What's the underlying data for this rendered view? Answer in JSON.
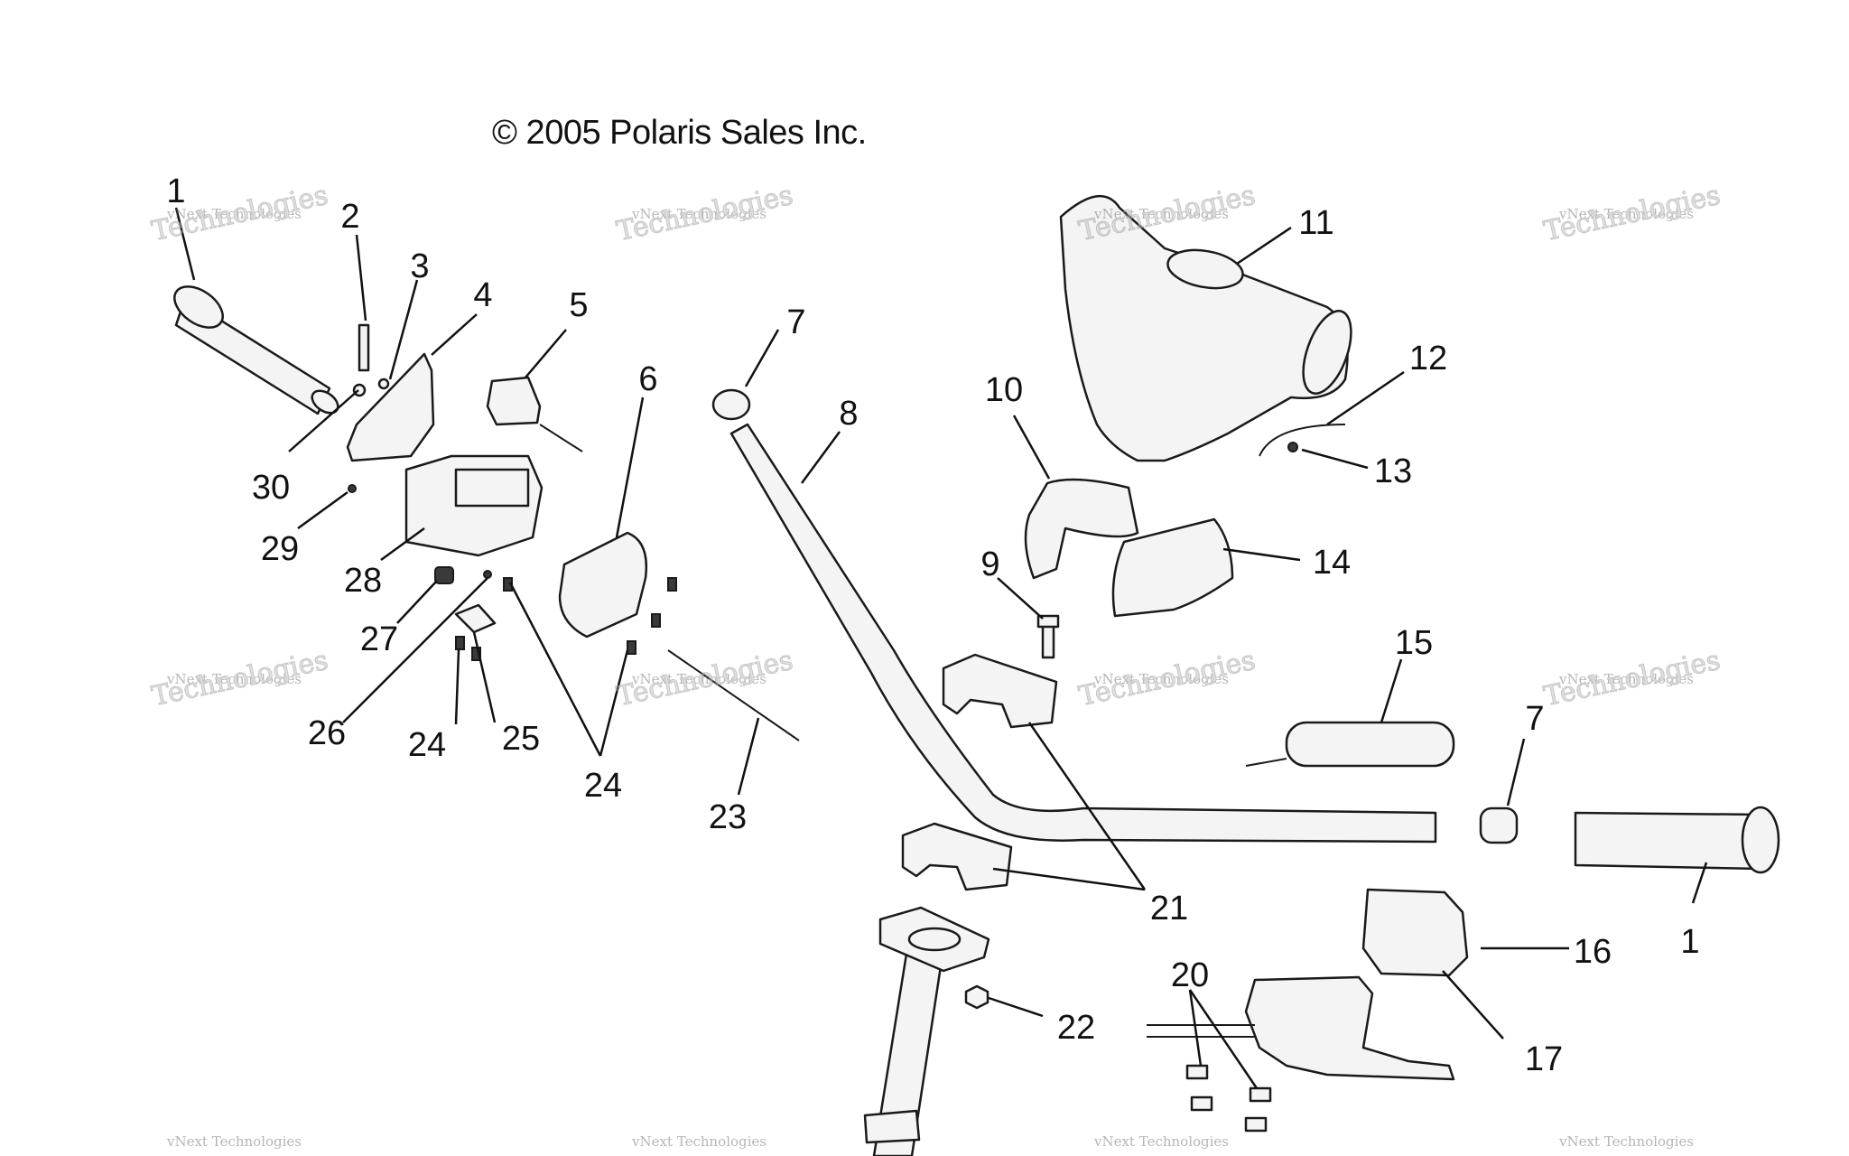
{
  "copyright": "© 2005 Polaris Sales Inc.",
  "watermark": {
    "line1": "vNext Technologies",
    "line2": "Technologies"
  },
  "callouts": [
    "1",
    "2",
    "3",
    "4",
    "5",
    "6",
    "7",
    "8",
    "9",
    "10",
    "11",
    "12",
    "13",
    "14",
    "15",
    "7",
    "1",
    "16",
    "17",
    "20",
    "21",
    "22",
    "23",
    "24",
    "24",
    "25",
    "26",
    "27",
    "28",
    "29",
    "30"
  ]
}
